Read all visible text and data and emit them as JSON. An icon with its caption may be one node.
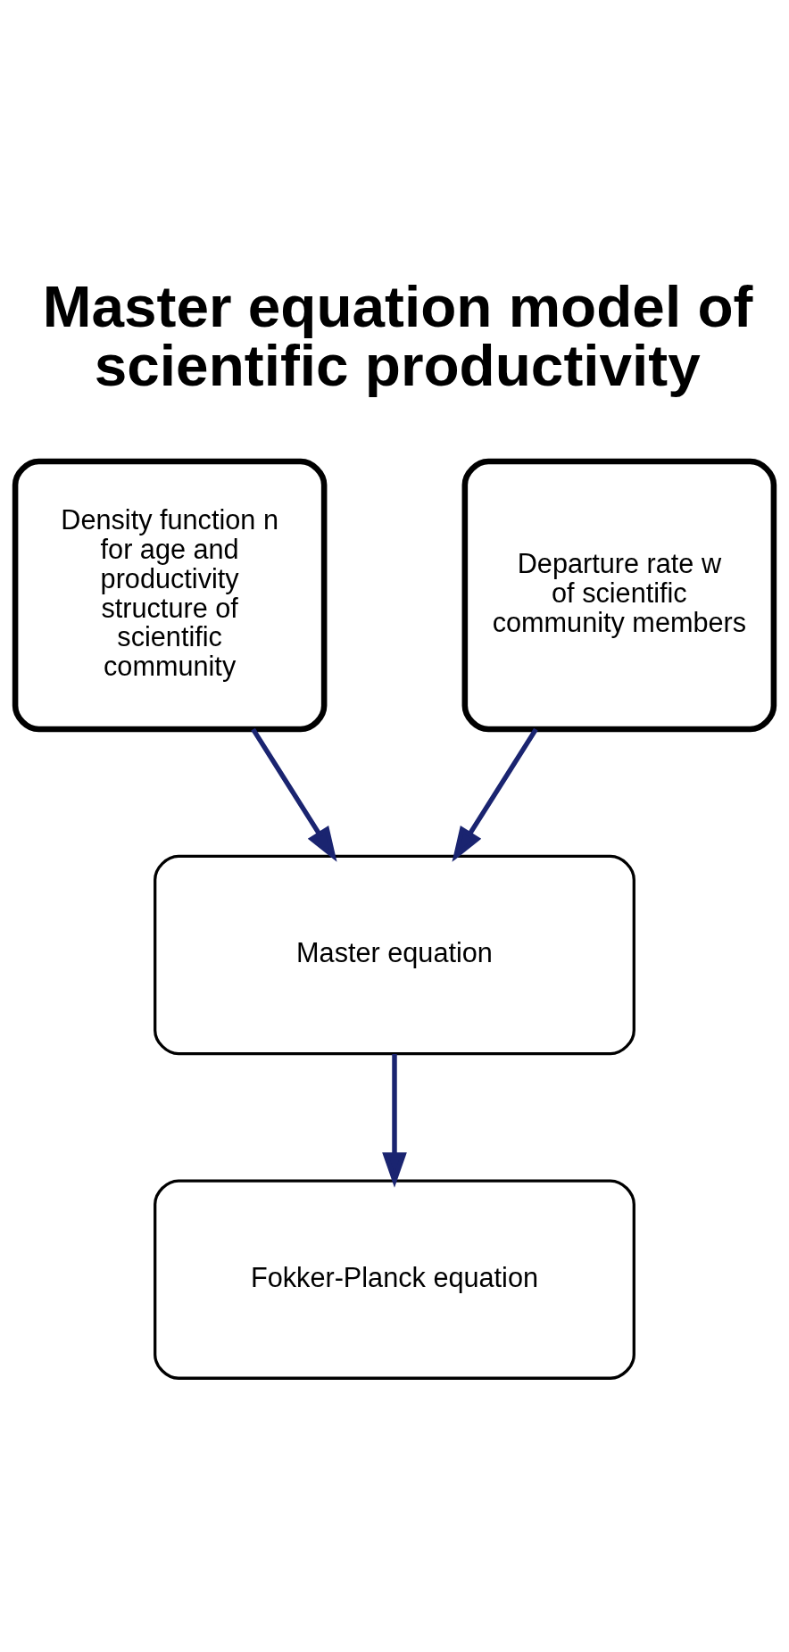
{
  "diagram": {
    "title": "Master equation model of scientific productivity",
    "nodes": [
      {
        "text": [
          "Density function n for age and productivity structure of scientific community"
        ]
      },
      {
        "text": [
          "Departure rate w of scientific community members"
        ]
      },
      {
        "text": [
          "Master equation"
        ]
      },
      {
        "text": [
          "Fokker-Planck equation"
        ]
      }
    ],
    "edges": [
      {
        "from": 0,
        "to": 2,
        "arrow": "to"
      },
      {
        "from": 1,
        "to": 2,
        "arrow": "to"
      },
      {
        "from": 2,
        "to": 3,
        "arrow": "to"
      }
    ]
  }
}
